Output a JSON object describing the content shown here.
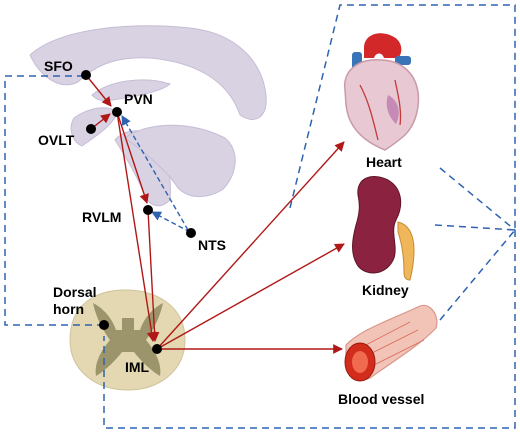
{
  "labels": {
    "sfo": "SFO",
    "pvn": "PVN",
    "ovlt": "OVLT",
    "rvlm": "RVLM",
    "nts": "NTS",
    "dorsal_horn_1": "Dorsal",
    "dorsal_horn_2": "horn",
    "iml": "IML",
    "heart": "Heart",
    "kidney": "Kidney",
    "blood_vessel": "Blood vessel"
  },
  "colors": {
    "efferent_arrow": "#b01818",
    "afferent_arrow": "#2e63b0",
    "feedback_dashed": "#2e63b0",
    "brain": "#d8d2e2",
    "spinal_cord_outer": "#e3d8b2",
    "spinal_cord_inner": "#9c956c",
    "node": "#000000",
    "kidney": "#8b2240",
    "ureter": "#efb65a",
    "heart_body": "#e8c8d2",
    "vessel_red": "#d22c1c",
    "vessel_outer": "#f2c4b8"
  },
  "icons": [
    "heart-organ-icon",
    "kidney-organ-icon",
    "blood-vessel-icon",
    "brain-section-icon",
    "spinal-cord-section-icon"
  ]
}
